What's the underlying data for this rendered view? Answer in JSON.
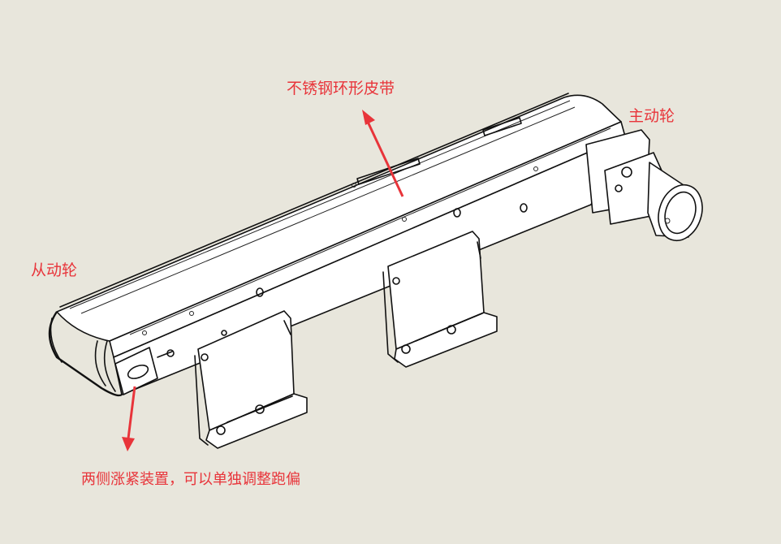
{
  "labels": {
    "belt": "不锈钢环形皮带",
    "drive_wheel": "主动轮",
    "driven_wheel": "从动轮",
    "tensioner": "两侧涨紧装置，可以单独调整跑偏"
  },
  "colors": {
    "background": "#e8e6dc",
    "annotation": "#e8343a",
    "line": "#111111"
  }
}
